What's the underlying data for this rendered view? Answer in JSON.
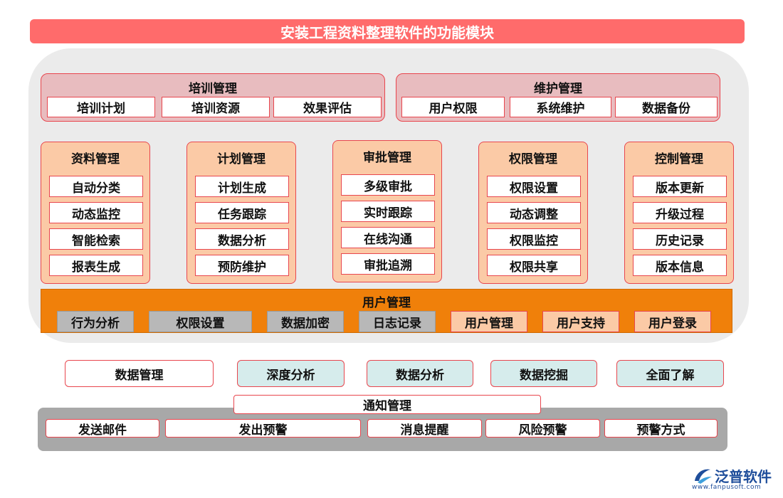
{
  "title": "安装工程资料整理软件的功能模块",
  "training": {
    "title": "培训管理",
    "items": [
      "培训计划",
      "培训资源",
      "效果评估"
    ]
  },
  "maintenance": {
    "title": "维护管理",
    "items": [
      "用户权限",
      "系统维护",
      "数据备份"
    ]
  },
  "modules": [
    {
      "title": "资料管理",
      "items": [
        "自动分类",
        "动态监控",
        "智能检索",
        "报表生成"
      ]
    },
    {
      "title": "计划管理",
      "items": [
        "计划生成",
        "任务跟踪",
        "数据分析",
        "预防维护"
      ]
    },
    {
      "title": "审批管理",
      "items": [
        "多级审批",
        "实时跟踪",
        "在线沟通",
        "审批追溯"
      ]
    },
    {
      "title": "权限管理",
      "items": [
        "权限设置",
        "动态调整",
        "权限监控",
        "权限共享"
      ]
    },
    {
      "title": "控制管理",
      "items": [
        "版本更新",
        "升级过程",
        "历史记录",
        "版本信息"
      ]
    }
  ],
  "user_management": {
    "title": "用户管理",
    "items": [
      "行为分析",
      "权限设置",
      "数据加密",
      "日志记录",
      "用户管理",
      "用户支持",
      "用户登录"
    ]
  },
  "middle_row": [
    "数据管理",
    "深度分析",
    "数据分析",
    "数据挖掘",
    "全面了解"
  ],
  "notification": {
    "title": "通知管理",
    "items": [
      "发送邮件",
      "发出预警",
      "消息提醒",
      "风险预警",
      "预警方式"
    ]
  },
  "logo": {
    "name": "泛普软件",
    "url": "www.fanpusoft.com"
  },
  "colors": {
    "title_bar": "#ff6b6b",
    "border": "#e8464e",
    "module_fill": "#fbcaa6",
    "top_group_fill": "#e8bcbf",
    "user_bar": "#f0800a",
    "teal": "#d6ecec",
    "notify_panel": "#a8a8a8"
  }
}
